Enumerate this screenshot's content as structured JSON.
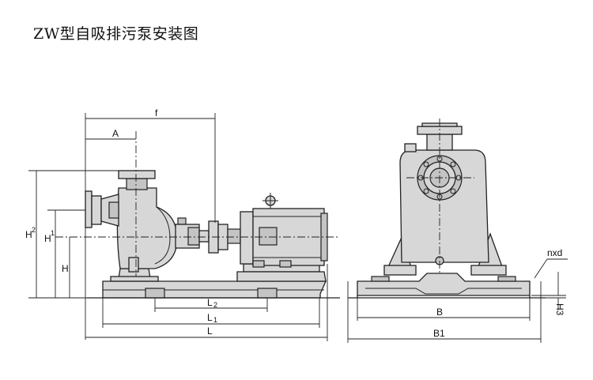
{
  "title": "ZW型自吸排污泵安装图",
  "labels": {
    "f": "f",
    "A": "A",
    "H2": "H",
    "H2_sub": "2",
    "H1": "H",
    "H1_sub": "1",
    "H": "H",
    "L2": "L",
    "L2_sub": "2",
    "L1": "L",
    "L1_sub": "1",
    "L": "L",
    "B": "B",
    "B1": "B1",
    "nxd": "nxd",
    "H3": "H3"
  }
}
